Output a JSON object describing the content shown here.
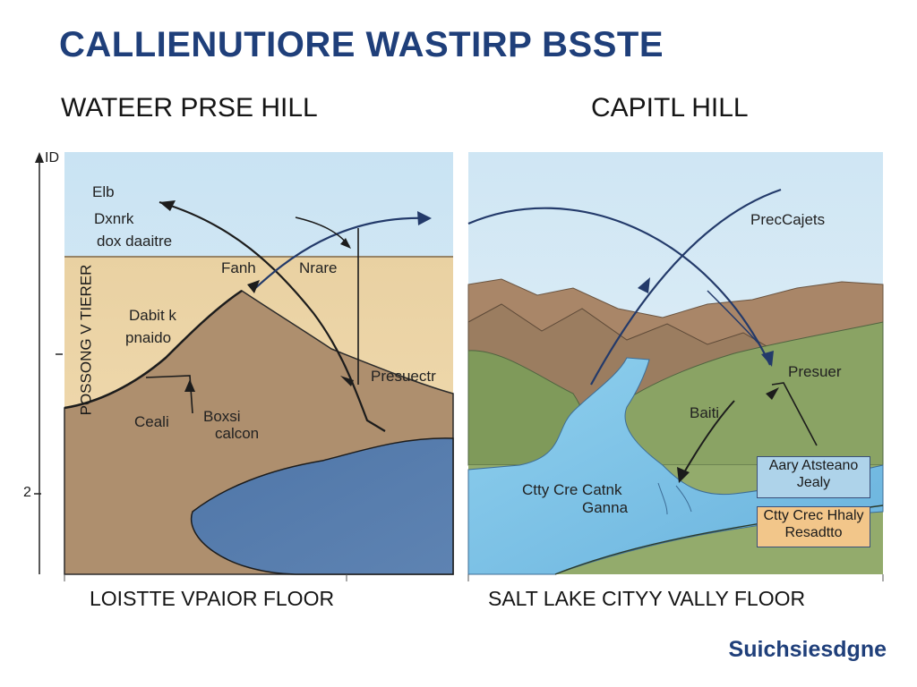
{
  "title": "CALLIENUTIORE WASTIRP BSSTE",
  "left_panel": {
    "heading": "WATEER PRSE HILL",
    "floor_label": "LOISTTE VPAIOR FLOOR",
    "labels": {
      "top_1": "Elb",
      "top_2": "Dxnrk",
      "top_3": "dox daaitre",
      "fanh": "Fanh",
      "nrare": "Nrare",
      "dabit_1": "Dabit k",
      "dabit_2": "pnaido",
      "presuectr": "Presuectr",
      "ceali": "Ceali",
      "boxsi_1": "Boxsi",
      "boxsi_2": "calcon"
    },
    "axis_label": "POSSONG V TIERER",
    "axis_ticks": [
      "ID",
      "2"
    ],
    "colors": {
      "sky": "#d3e7f3",
      "ground": "#b09170",
      "lake": "#5579a8",
      "band": "#eed6a8"
    }
  },
  "right_panel": {
    "heading": "CAPITL HILL",
    "floor_label": "SALT LAKE CITYY VALLY FLOOR",
    "labels": {
      "precapets": "PrecCajets",
      "presuer": "Presuer",
      "baiti": "Baiti",
      "city_1": "Ctty Cre Catnk",
      "city_2": "Ganna"
    },
    "info_boxes": [
      {
        "line1": "Aary Atsteano",
        "line2": "Jealy",
        "color": "#aed3ea"
      },
      {
        "line1": "Ctty Crec Hhaly",
        "line2": "Resadtto",
        "color": "#f2c68a"
      }
    ],
    "colors": {
      "sky": "#d9ecf6",
      "mountain": "#a88466",
      "hill": "#7f9a5e",
      "river": "#7ec3e6"
    }
  },
  "brand": "Suichsiesdgne"
}
